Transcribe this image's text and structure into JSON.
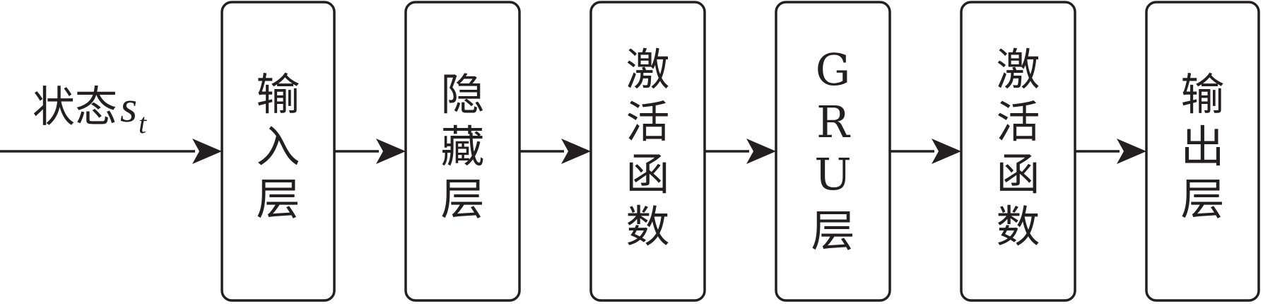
{
  "input": {
    "label": "状态",
    "symbol": "s",
    "subscript": "t"
  },
  "blocks": [
    {
      "id": "input-layer",
      "lines": [
        "输",
        "入",
        "层"
      ]
    },
    {
      "id": "hidden-layer",
      "lines": [
        "隐",
        "藏",
        "层"
      ]
    },
    {
      "id": "activation-function-1",
      "lines": [
        "激",
        "活",
        "函",
        "数"
      ]
    },
    {
      "id": "gru-layer",
      "lines": [
        "G",
        "R",
        "U",
        "层"
      ]
    },
    {
      "id": "activation-function-2",
      "lines": [
        "激",
        "活",
        "函",
        "数"
      ]
    },
    {
      "id": "output-layer",
      "lines": [
        "输",
        "出",
        "层"
      ]
    }
  ],
  "colors": {
    "stroke": "#231f20",
    "text": "#231f20",
    "background": "#ffffff"
  }
}
